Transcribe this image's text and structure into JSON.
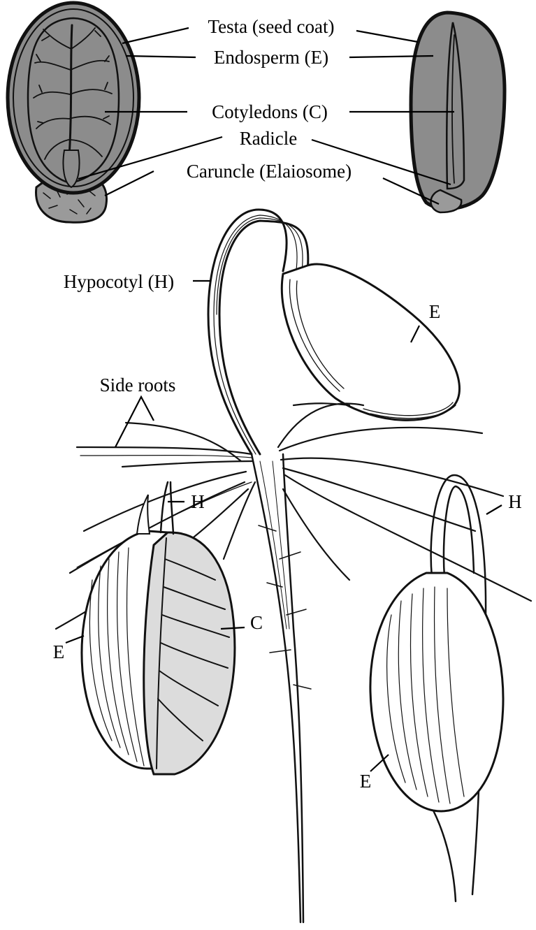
{
  "labels": {
    "testa": "Testa (seed coat)",
    "endosperm": "Endosperm (E)",
    "cotyledons": "Cotyledons (C)",
    "radicle": "Radicle",
    "caruncle": "Caruncle (Elaiosome)",
    "hypocotyl": "Hypocotyl (H)",
    "endosperm_short": "E",
    "side_roots": "Side roots",
    "hypocotyl_short": "H",
    "cotyledon_short": "C"
  },
  "colors": {
    "section_fill": "#8c8c8c",
    "ink": "#111111",
    "background": "#ffffff"
  }
}
